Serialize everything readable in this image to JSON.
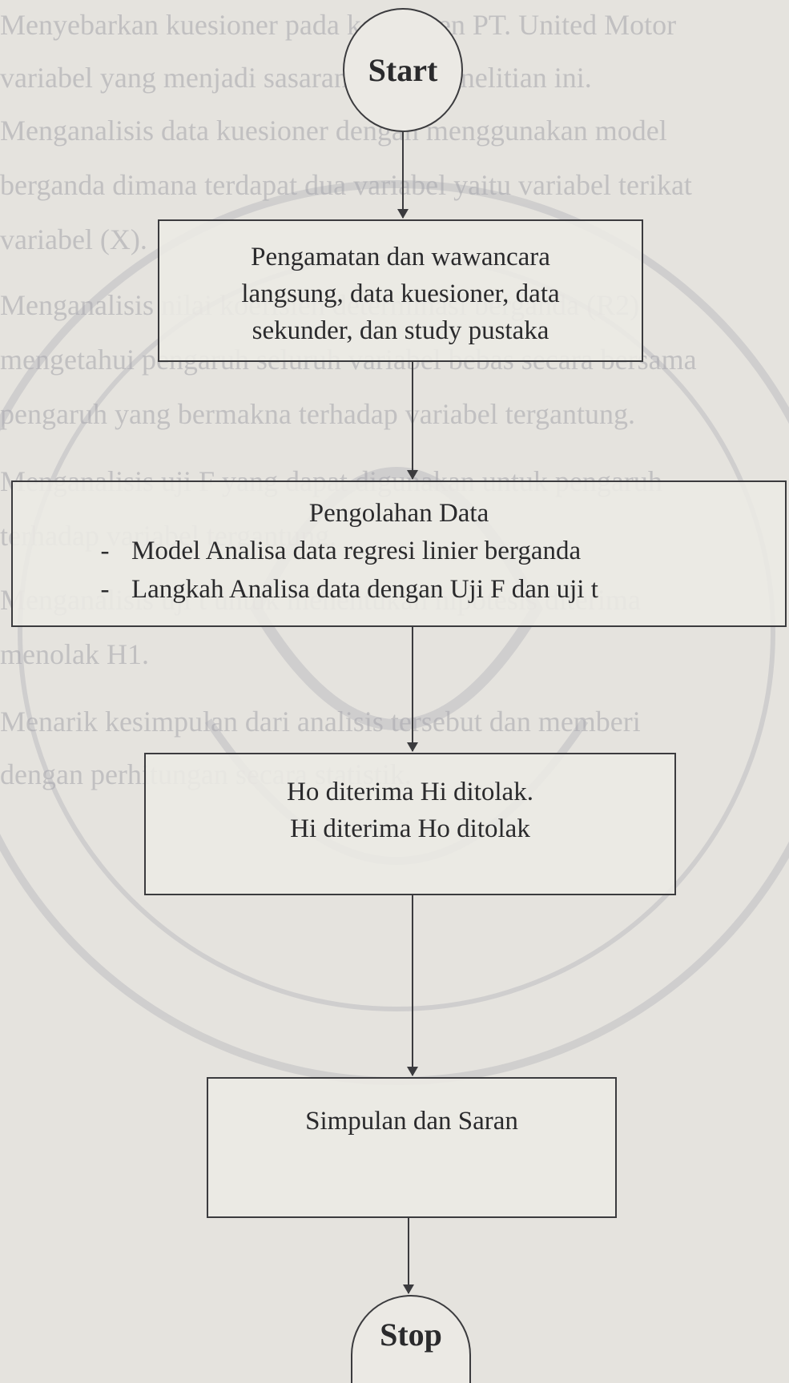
{
  "background_text": [
    "Menyebarkan kuesioner pada konsumen PT. United Motor",
    "variabel yang menjadi sasaran dalam penelitian ini.",
    "Menganalisis data kuesioner dengan menggunakan model",
    "berganda dimana terdapat dua variabel yaitu variabel terikat",
    "variabel (X).",
    "Menganalisis nilai koefisien determinasi berganda (R2)",
    "mengetahui pengaruh seluruh variabel bebas secara bersama",
    "pengaruh yang bermakna terhadap variabel tergantung.",
    "Menganalisis uji F yang dapat digunakan untuk pengaruh",
    "terhadap variabel tergantung.",
    "Menganalisis uji t untuk menentukan hipotesis diterima",
    "menolak H1.",
    "Menarik kesimpulan dari analisis tersebut dan memberi",
    "dengan perhitungan secara statistik."
  ],
  "start": "Start",
  "stop": "Stop",
  "step1": [
    "Pengamatan dan wawancara",
    "langsung, data kuesioner, data",
    "sekunder, dan study pustaka"
  ],
  "step2": {
    "title": "Pengolahan Data",
    "items": [
      {
        "bullet": "-",
        "text": "Model Analisa data regresi linier berganda"
      },
      {
        "bullet": "-",
        "text": "Langkah Analisa data dengan Uji F dan uji t"
      }
    ]
  },
  "step3": [
    "Ho diterima Hi ditolak.",
    "Hi diterima Ho ditolak"
  ],
  "step4": "Simpulan dan Saran",
  "colors": {
    "line": "#3b3b3e",
    "paper": "#e5e3de",
    "watermark": "#a4a4aa"
  }
}
